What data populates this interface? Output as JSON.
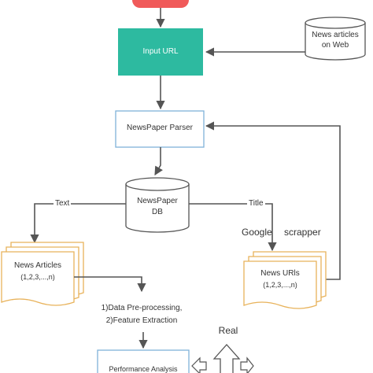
{
  "nodes": {
    "input_url": "Input URL",
    "news_web_line1": "News articles",
    "news_web_line2": "on Web",
    "parser": "NewsPaper Parser",
    "db_line1": "NewsPaper",
    "db_line2": "DB",
    "articles_line1": "News Articles",
    "articles_line2": "(1,2,3,...,n)",
    "urls_line1": "News URls",
    "urls_line2": "(1,2,3,...,n)",
    "steps_line1": "1)Data Pre-processing,",
    "steps_line2": "2)Feature Extraction",
    "perf": "Performance Analysis",
    "real": "Real"
  },
  "edges": {
    "text_label": "Text",
    "title_label": "Title",
    "google_label": "Google",
    "scrapper_label": "scrapper"
  },
  "colors": {
    "start": "#f05a5a",
    "input_fill": "#2dbaa0",
    "box_border": "#7fb2d9",
    "doc_border": "#e8b25a",
    "stroke": "#555555"
  }
}
